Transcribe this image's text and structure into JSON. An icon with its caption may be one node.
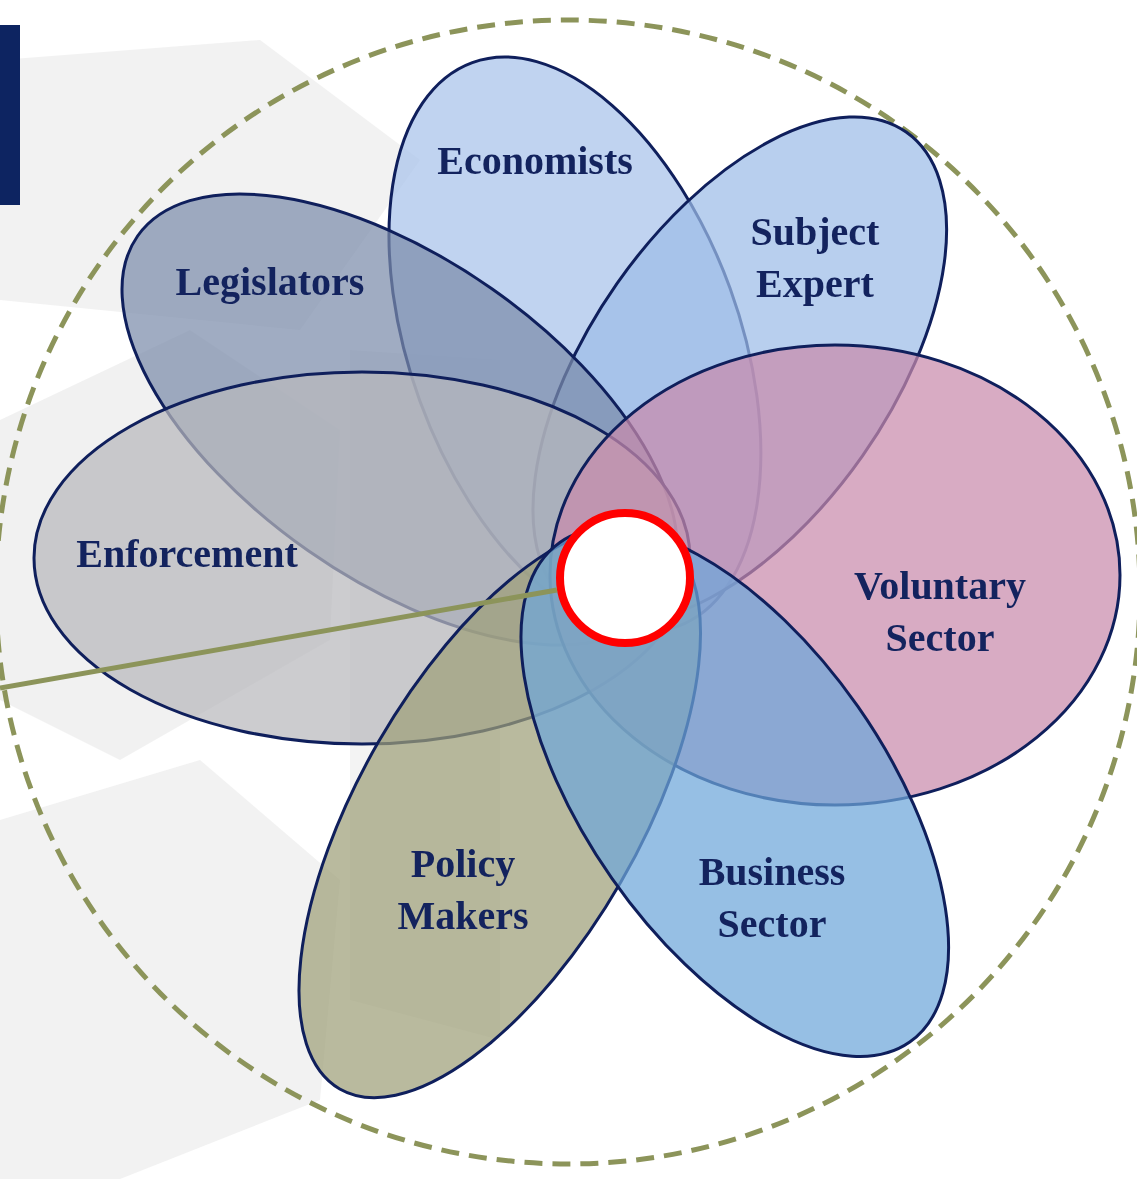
{
  "diagram": {
    "nodes": [
      {
        "text": [
          "Economists"
        ]
      },
      {
        "text": [
          "Subject Expert"
        ]
      },
      {
        "text": [
          "Legislators"
        ]
      },
      {
        "text": [
          "Enforcement"
        ]
      },
      {
        "text": [
          "Voluntary Sector"
        ]
      },
      {
        "text": [
          "Policy Makers"
        ]
      },
      {
        "text": [
          "Business Sector"
        ]
      },
      {
        "text": [],
        "shape": "circle"
      }
    ],
    "edges": [
      {
        "from": null,
        "to": 7,
        "arrow": "none"
      }
    ]
  }
}
